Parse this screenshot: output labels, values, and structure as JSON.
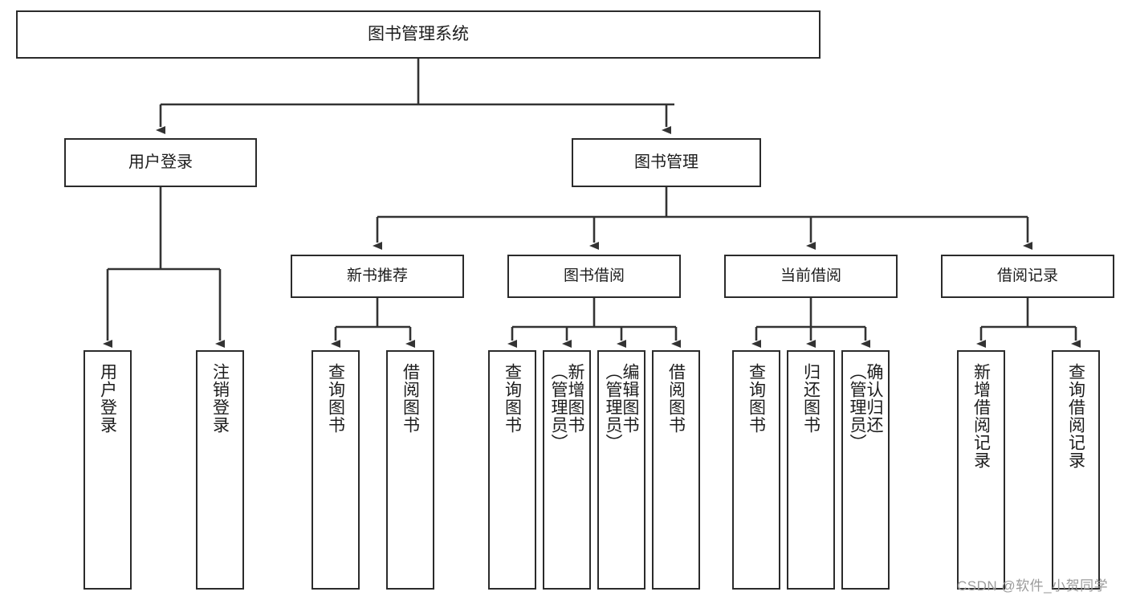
{
  "diagram": {
    "title": "图书管理系统",
    "type": "功能结构图",
    "watermark": "CSDN @软件_小贺同学",
    "colors": {
      "border": "#2b2b2b",
      "background": "#ffffff",
      "text": "#1c1c1c",
      "edge": "#333333",
      "watermark": "#9b9b9b"
    },
    "root": {
      "label": "图书管理系统"
    },
    "level1": [
      {
        "label": "用户登录"
      },
      {
        "label": "图书管理"
      }
    ],
    "level2": [
      {
        "label": "新书推荐"
      },
      {
        "label": "图书借阅"
      },
      {
        "label": "当前借阅"
      },
      {
        "label": "借阅记录"
      }
    ],
    "leaves": {
      "user_login": [
        {
          "label": "用户登录"
        },
        {
          "label": "注销登录"
        }
      ],
      "new_book_recommend": [
        {
          "label": "查询图书"
        },
        {
          "label": "借阅图书"
        }
      ],
      "book_borrow": [
        {
          "label": "查询图书"
        },
        {
          "label": "新增图书\n（管理员）"
        },
        {
          "label": "编辑图书\n（管理员）"
        },
        {
          "label": "借阅图书"
        }
      ],
      "current_borrow": [
        {
          "label": "查询图书"
        },
        {
          "label": "归还图书"
        },
        {
          "label": "确认归还\n（管理员）"
        }
      ],
      "borrow_record": [
        {
          "label": "新增借阅记录"
        },
        {
          "label": "查询借阅记录"
        }
      ]
    }
  }
}
